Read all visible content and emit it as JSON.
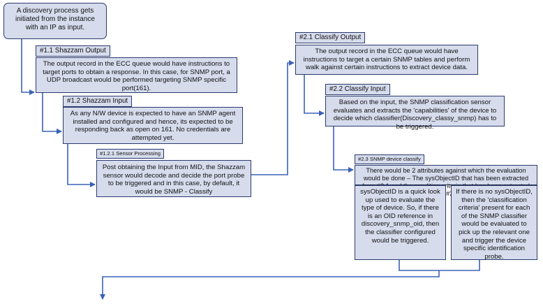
{
  "start": {
    "text": "A discovery process gets initiated from the instance with an IP as input."
  },
  "left": {
    "s11": {
      "label": "#1.1 Shazzam Output",
      "text": "The output record in the ECC queue would have instructions to target ports to obtain a response. In this case, for SNMP port, a UDP broadcast would be performed targeting SNMP specific port(161)."
    },
    "s12": {
      "label": "#1.2 Shazzam Input",
      "text": "As any N/W device is expected to have an SNMP agent installed and configured and hence, its expected to be responding back as open on 161. No credentials are attempted yet."
    },
    "s121": {
      "label": "#1.2.1 Sensor Processing",
      "text": "Post obtaining the Input from MID, the Shazzam sensor would decode and decide the port probe to be triggered and in this case, by default, it would be SNMP - Classify"
    }
  },
  "right": {
    "s21": {
      "label": "#2.1 Classify Output",
      "text": "The output record in the ECC queue would have instructions to target a certain SNMP tables and perform walk against certain instructions to extract device data."
    },
    "s22": {
      "label": "#2.2 Classify Input",
      "text": "Based on the input, the SNMP classification sensor evaluates and extracts the 'capabilities' of the device to decide which classifier(Discovery_classy_snmp) has to be triggered."
    },
    "s23": {
      "label": "#2.3 SNMP device classify",
      "text": "There would be 2 attributes against which the evaluation would be done – The sysObjectID that has been extracted from #2.1 and the condition criteria that has been extracted from #2.2."
    },
    "a": {
      "text": "sysObjectID is a quick look up used to evaluate the type of device. So, if there is an OID reference in discovery_snmp_oid, then the classifier configured would be triggered."
    },
    "b": {
      "text": "If there is no sysObjectID, then the 'classification criteria' present for each of the SNMP classifier would be evaluated to pick up the relevant one and trigger the device specific identification probe."
    }
  }
}
